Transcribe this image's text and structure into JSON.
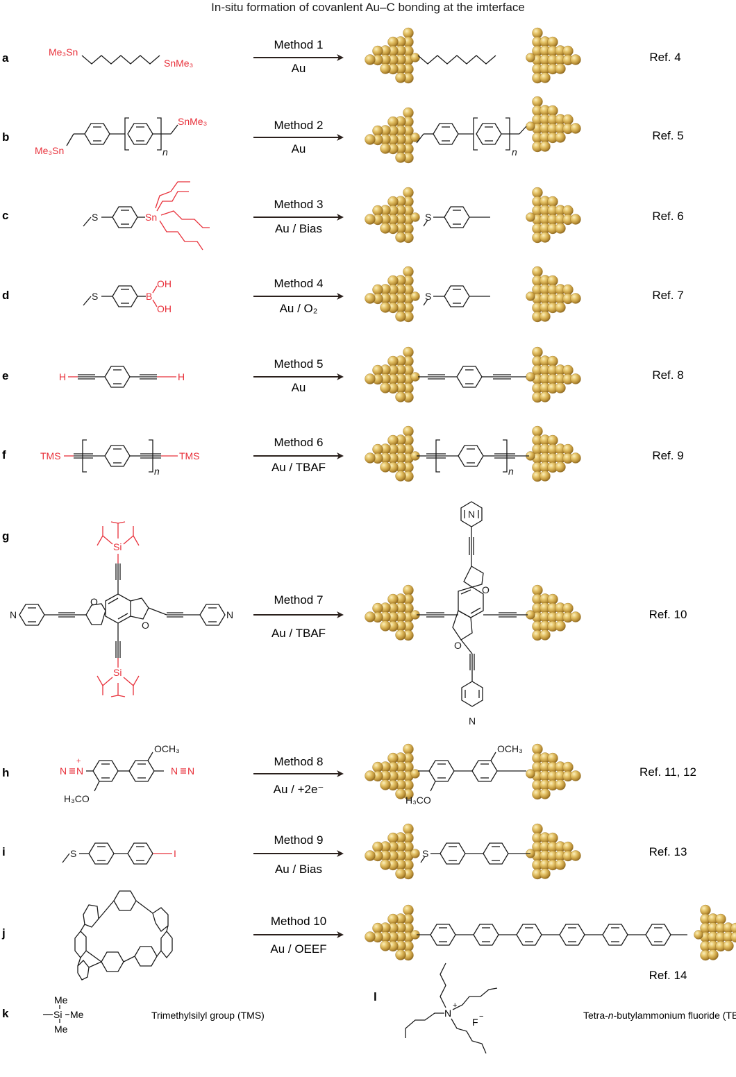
{
  "title": "In-situ formation of covanlent Au–C bonding at the imterface",
  "colors": {
    "red": "#e8303a",
    "black": "#1a1a1a",
    "arrow": "#2a201c",
    "gold_light": "#f3dc8a",
    "gold_mid": "#d1aa4c",
    "gold_dark": "#8a6822"
  },
  "rows": [
    {
      "letter": "a",
      "method": "Method 1",
      "conditions": "Au",
      "ref": "Ref. 4",
      "reactant_labels": {
        "left": "Me₃Sn",
        "right": "SnMe₃"
      }
    },
    {
      "letter": "b",
      "method": "Method 2",
      "conditions": "Au",
      "ref": "Ref. 5",
      "reactant_labels": {
        "left": "Me₃Sn",
        "right": "SnMe₃",
        "n": "n"
      },
      "product_labels": {
        "n": "n"
      }
    },
    {
      "letter": "c",
      "method": "Method 3",
      "conditions": "Au / Bias",
      "ref": "Ref. 6",
      "reactant_labels": {
        "s": "S",
        "sn": "Sn"
      },
      "product_labels": {
        "s": "S"
      }
    },
    {
      "letter": "d",
      "method": "Method 4",
      "conditions": "Au / O₂",
      "ref": "Ref. 7",
      "reactant_labels": {
        "s": "S",
        "b": "B",
        "oh1": "OH",
        "oh2": "OH"
      },
      "product_labels": {
        "s": "S"
      }
    },
    {
      "letter": "e",
      "method": "Method 5",
      "conditions": "Au",
      "ref": "Ref. 8",
      "reactant_labels": {
        "h1": "H",
        "h2": "H"
      }
    },
    {
      "letter": "f",
      "method": "Method 6",
      "conditions": "Au / TBAF",
      "ref": "Ref. 9",
      "reactant_labels": {
        "left": "TMS",
        "right": "TMS",
        "n": "n"
      },
      "product_labels": {
        "n": "n"
      }
    },
    {
      "letter": "g",
      "method": "Method 7",
      "conditions": "Au / TBAF",
      "ref": "Ref. 10",
      "reactant_labels": {
        "n_left": "N",
        "n_right": "N",
        "o1": "O",
        "o2": "O",
        "si1": "Si",
        "si2": "Si"
      },
      "product_labels": {
        "n_top": "N",
        "n_bottom": "N",
        "o1": "O",
        "o2": "O"
      }
    },
    {
      "letter": "h",
      "method": "Method 8",
      "conditions": "Au / +2e⁻",
      "ref": "Ref. 11, 12",
      "reactant_labels": {
        "n1": "N",
        "n1b": "N",
        "n2": "N",
        "n2b": "N",
        "plus": "+",
        "och3": "OCH₃",
        "h3co": "H₃CO"
      },
      "product_labels": {
        "och3": "OCH₃",
        "h3co": "H₃CO"
      }
    },
    {
      "letter": "i",
      "method": "Method 9",
      "conditions": "Au / Bias",
      "ref": "Ref. 13",
      "reactant_labels": {
        "s": "S",
        "i": "I"
      },
      "product_labels": {
        "s": "S"
      }
    },
    {
      "letter": "j",
      "method": "Method 10",
      "conditions": "Au / OEEF",
      "ref": "Ref. 14"
    }
  ],
  "footnotes": {
    "k": {
      "letter": "k",
      "me1": "Me",
      "me2": "Me",
      "me3": "Me",
      "si": "Si",
      "caption": "Trimethylsilyl group (TMS)"
    },
    "l": {
      "letter": "l",
      "n": "N",
      "plus": "+",
      "f": "F",
      "minus": "−",
      "caption_pre": "Tetra-",
      "caption_it": "n",
      "caption_post": "-butylammonium fluoride (TBAF)"
    }
  }
}
